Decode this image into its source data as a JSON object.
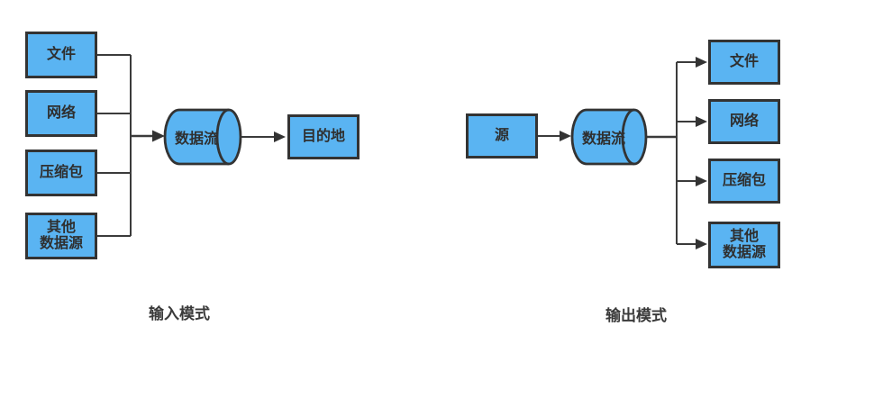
{
  "colors": {
    "node_fill": "#5ab4f2",
    "node_border": "#333333",
    "line": "#3b3b3b",
    "text": "#2f2f2f",
    "background": "#ffffff"
  },
  "input_diagram": {
    "caption": "输入模式",
    "sources": [
      {
        "label": "文件"
      },
      {
        "label": "网络"
      },
      {
        "label": "压缩包"
      },
      {
        "label": "其他\n数据源"
      }
    ],
    "stream": {
      "label": "数据流"
    },
    "destination": {
      "label": "目的地"
    }
  },
  "output_diagram": {
    "caption": "输出模式",
    "source": {
      "label": "源"
    },
    "stream": {
      "label": "数据流"
    },
    "outputs": [
      {
        "label": "文件"
      },
      {
        "label": "网络"
      },
      {
        "label": "压缩包"
      },
      {
        "label": "其他\n数据源"
      }
    ]
  }
}
